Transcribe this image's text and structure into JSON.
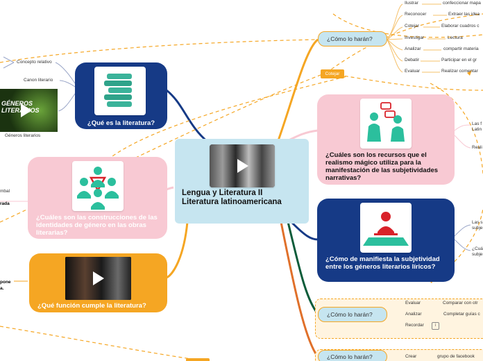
{
  "colors": {
    "navy": "#163a86",
    "pink": "#f8c9d3",
    "orange": "#f5a623",
    "lightblue": "#c6e5f0",
    "teal": "#2bbf9d",
    "red": "#d9222a"
  },
  "central": {
    "title": "Lengua y Literatura II Literatura latinoamericana",
    "image": "authors-photo-play-icon"
  },
  "nodes": {
    "que_es": {
      "title": "¿Qué es la literatura?",
      "icon": "books-icon"
    },
    "recursos": {
      "title": "¿Cuáles son los recursos que el realismo mágico utiliza para la manifestación de las subjetividades narrativas?",
      "icon": "conversation-icon"
    },
    "construcciones": {
      "title": "¿Cuáles son las construcciones de las identidades de  género en las obras literarias?",
      "icon": "group-icon"
    },
    "subjetividad": {
      "title": "¿Cómo de manifiesta la subjetividad entre los géneros literarios líricos?",
      "icon": "presenter-icon"
    },
    "funcion": {
      "title": "¿Qué función cumple la literatura?",
      "icon": "video-play-icon"
    }
  },
  "pills": {
    "haran1": "¿Cómo lo harán?",
    "haran2": "¿Cómo lo harán?",
    "haran3": "¿Cómo lo harán?"
  },
  "tag_cotejar": "Cotejar",
  "left_labels": {
    "concepto": "Concepto relativo",
    "canon": "Canon literario",
    "generos": "Géneros literarios",
    "generos_img_text": "GÉNEROS LITERARIOS",
    "mbal": "mbal",
    "rada": "rada",
    "pone": "pone",
    "a": "a."
  },
  "top_verbs": [
    "Ilustrar",
    "Reconocer",
    "Cotejar",
    "Investigar",
    "Analizar",
    "Debatir",
    "Evaluar"
  ],
  "top_actions": [
    "confeccionar mapa",
    "Extraer las idea",
    "Elaborar cuadros c",
    "Lectura",
    "compartir materia",
    "Participar en el gr",
    "Realizar comentar"
  ],
  "right_labels": {
    "las_f": "Las f",
    "latin": "Latin",
    "reali": "Reali",
    "las_s": "Las s",
    "subje1": "subje",
    "cue": "¿Cuá",
    "subje2": "subje"
  },
  "bottom_verbs": [
    "Evaluar",
    "Analizar",
    "Recordar"
  ],
  "bottom_actions": [
    "Comparar con otr",
    "Completar guías c"
  ],
  "crear": {
    "verb": "Crear",
    "action": "grupo de facebook"
  }
}
